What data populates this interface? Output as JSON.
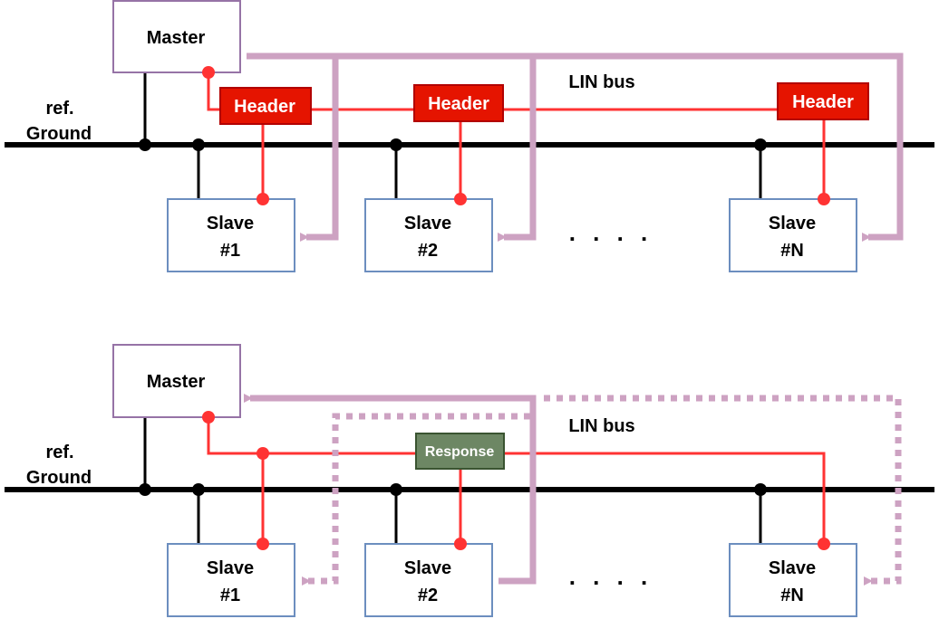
{
  "colors": {
    "ground": "#000000",
    "signal": "#ff3333",
    "flow": "#cda2c2",
    "master_border": "#9673a6",
    "slave_border": "#6c8ebf",
    "header_fill": "#e51400",
    "header_border": "#b20000",
    "response_fill": "#6d8764",
    "response_border": "#3a5431"
  },
  "diagrams": [
    {
      "phase": "header",
      "master_label": "Master",
      "ground_label_line1": "ref.",
      "ground_label_line2": "Ground",
      "bus_label": "LIN bus",
      "frame_labels": [
        "Header",
        "Header",
        "Header"
      ],
      "slaves": [
        {
          "line1": "Slave",
          "line2": "#1"
        },
        {
          "line1": "Slave",
          "line2": "#2"
        },
        {
          "line1": "Slave",
          "line2": "#N"
        }
      ],
      "ellipsis": ". . . ."
    },
    {
      "phase": "response",
      "master_label": "Master",
      "ground_label_line1": "ref.",
      "ground_label_line2": "Ground",
      "bus_label": "LIN bus",
      "frame_labels": [
        "Response"
      ],
      "slaves": [
        {
          "line1": "Slave",
          "line2": "#1"
        },
        {
          "line1": "Slave",
          "line2": "#2"
        },
        {
          "line1": "Slave",
          "line2": "#N"
        }
      ],
      "ellipsis": ". . . ."
    }
  ]
}
